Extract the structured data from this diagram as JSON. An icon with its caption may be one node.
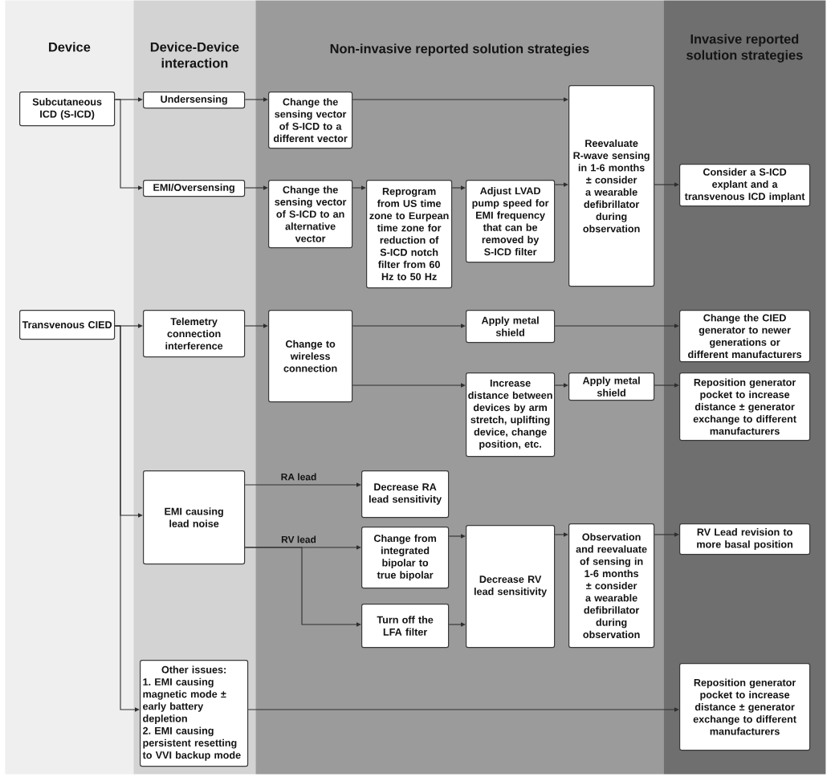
{
  "diagram": {
    "nodes": [
      {
        "text": [
          "Device"
        ]
      },
      {
        "text": [
          "Device-Device interaction"
        ]
      },
      {
        "text": [
          "Non-invasive reported solution strategies"
        ]
      },
      {
        "text": [
          "Invasive reported solution strategies"
        ]
      },
      {
        "text": [
          "Subcutaneous ICD (S-ICD)"
        ],
        "in": 0
      },
      {
        "text": [
          "Undersensing"
        ],
        "in": 1
      },
      {
        "text": [
          "Change the sensing vector of S-ICD to a different vector"
        ],
        "in": 2
      },
      {
        "text": [
          "Reevaluate R-wave sensing in 1-6 months ± consider a wearable defibrillator during observation"
        ],
        "in": 2
      },
      {
        "text": [
          "EMI/Oversensing"
        ],
        "in": 1
      },
      {
        "text": [
          "Change the sensing vector of S-ICD to an alternative vector"
        ],
        "in": 2
      },
      {
        "text": [
          "Reprogram from US time zone to Eurpean time zone for reduction of S-ICD notch filter from 60 Hz to 50 Hz"
        ],
        "in": 2
      },
      {
        "text": [
          "Adjust LVAD pump speed for EMI frequency that can be removed by S-ICD filter"
        ],
        "in": 2
      },
      {
        "text": [
          "Consider a S-ICD explant and a transvenous ICD implant"
        ],
        "in": 3
      },
      {
        "text": [
          "Transvenous CIED"
        ],
        "in": 0
      },
      {
        "text": [
          "Telemetry connection interference"
        ],
        "in": 1
      },
      {
        "text": [
          "Change to wireless connection"
        ],
        "in": 2
      },
      {
        "text": [
          "Apply metal shield"
        ],
        "in": 2
      },
      {
        "text": [
          "Change the CIED generator to newer generations or different manufacturers"
        ],
        "in": 3
      },
      {
        "text": [
          "Increase distance between devices by arm stretch, uplifting device, change position, etc."
        ],
        "in": 2
      },
      {
        "text": [
          "Apply metal shield"
        ],
        "in": 2
      },
      {
        "text": [
          "Reposition generator pocket to increase distance ± generator exchange to different manufacturers"
        ],
        "in": 3
      },
      {
        "text": [
          "EMI causing lead noise"
        ],
        "in": 1
      },
      {
        "text": [
          "Decrease RA lead sensitivity"
        ],
        "in": 2
      },
      {
        "text": [
          "Change from integrated bipolar to true bipolar"
        ],
        "in": 2
      },
      {
        "text": [
          "Decrease RV lead sensitivity"
        ],
        "in": 2
      },
      {
        "text": [
          "Observation and reevaluate of sensing in 1-6 months ± consider a wearable defibrillator during observation"
        ],
        "in": 2
      },
      {
        "text": [
          "RV Lead revision to more basal position"
        ],
        "in": 3
      },
      {
        "text": [
          "Turn off the LFA filter"
        ],
        "in": 2
      },
      {
        "text": [
          "Other issues:",
          "1. EMI causing magnetic mode ± early battery depletion",
          "2. EMI causing persistent resetting to VVI backup mode"
        ],
        "in": 1
      },
      {
        "text": [
          "Reposition generator pocket to increase distance ± generator exchange to different manufacturers"
        ],
        "in": 3
      }
    ],
    "edges": [
      {
        "from": 4,
        "to": 5,
        "arrow": "to"
      },
      {
        "from": 4,
        "to": 8,
        "arrow": "to"
      },
      {
        "from": 5,
        "to": 6,
        "arrow": "to"
      },
      {
        "from": 6,
        "to": 7,
        "arrow": "to"
      },
      {
        "from": 8,
        "to": 9,
        "arrow": "to"
      },
      {
        "from": 9,
        "to": 10,
        "arrow": "to"
      },
      {
        "from": 10,
        "to": 11,
        "arrow": "to"
      },
      {
        "from": 11,
        "to": 7,
        "arrow": "to"
      },
      {
        "from": 7,
        "to": 12,
        "arrow": "to"
      },
      {
        "from": 13,
        "to": 14,
        "arrow": "to"
      },
      {
        "from": 13,
        "to": 21,
        "arrow": "to"
      },
      {
        "from": 13,
        "to": 28,
        "arrow": "to"
      },
      {
        "from": 14,
        "to": 15,
        "arrow": "to"
      },
      {
        "from": 15,
        "to": 16,
        "arrow": "to"
      },
      {
        "from": 15,
        "to": 18,
        "arrow": "to"
      },
      {
        "from": 16,
        "to": 17,
        "arrow": "to"
      },
      {
        "from": 18,
        "to": 19,
        "arrow": "to"
      },
      {
        "from": 19,
        "to": 20,
        "arrow": "to"
      },
      {
        "from": 21,
        "to": 22,
        "arrow": "to",
        "label": "RA lead"
      },
      {
        "from": 21,
        "to": 23,
        "arrow": "to",
        "label": "RV lead"
      },
      {
        "from": 21,
        "to": 27,
        "arrow": "to"
      },
      {
        "from": 23,
        "to": 24,
        "arrow": "to"
      },
      {
        "from": 27,
        "to": 24,
        "arrow": "to"
      },
      {
        "from": 24,
        "to": 25,
        "arrow": "to"
      },
      {
        "from": 25,
        "to": 26,
        "arrow": "to"
      },
      {
        "from": 28,
        "to": 29,
        "arrow": "to"
      }
    ]
  }
}
